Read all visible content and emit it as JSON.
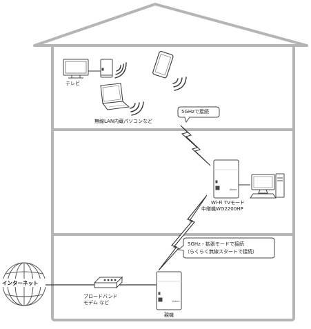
{
  "labels": {
    "tv": "テレビ",
    "laptop": "無線LAN内蔵パソコンなど",
    "balloon_top": "5GHzで接続",
    "repeater_line1": "Wi-Fi TVモード",
    "repeater_line2": "中継機WG2200HP",
    "balloon_bottom_line1": "5GHz・拡張モードで接続",
    "balloon_bottom_line2": "（らくらく無線スタートで接続）",
    "internet": "インターネット",
    "modem_line1": "ブロードバンド",
    "modem_line2": "モデム など",
    "parent_unit": "親機"
  },
  "colors": {
    "house_stroke": "#b5b5b5",
    "device_stroke": "#444444",
    "line": "#333333"
  }
}
